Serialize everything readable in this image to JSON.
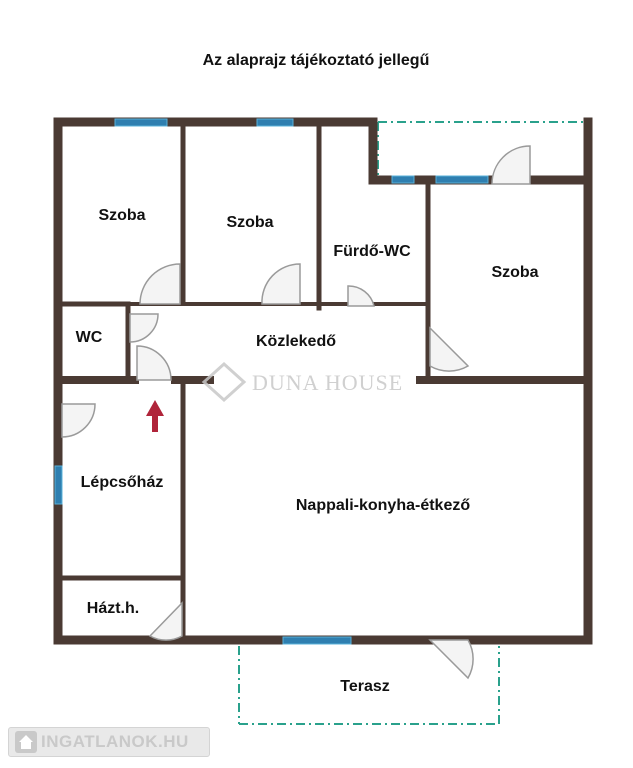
{
  "title": "Az alaprajz tájékoztató jellegű",
  "rooms": {
    "szoba1": "Szoba",
    "szoba2": "Szoba",
    "furdo": "Fürdő-WC",
    "szoba3": "Szoba",
    "wc": "WC",
    "kozlekedo": "Közlekedő",
    "lepcsohaz": "Lépcsőház",
    "nappali": "Nappali-konyha-étkező",
    "haztartasi": "Házt.h.",
    "terasz": "Terasz"
  },
  "watermark": "DUNA HOUSE",
  "badge": "INGATLANOK.HU",
  "colors": {
    "wall": "#4a3a33",
    "window": "#2f7fb0",
    "window_frame": "#5ab0d8",
    "dash": "#2aa18c",
    "door": "#9a9a9a",
    "arrow": "#b0243a",
    "watermark": "#c8c8c8"
  }
}
